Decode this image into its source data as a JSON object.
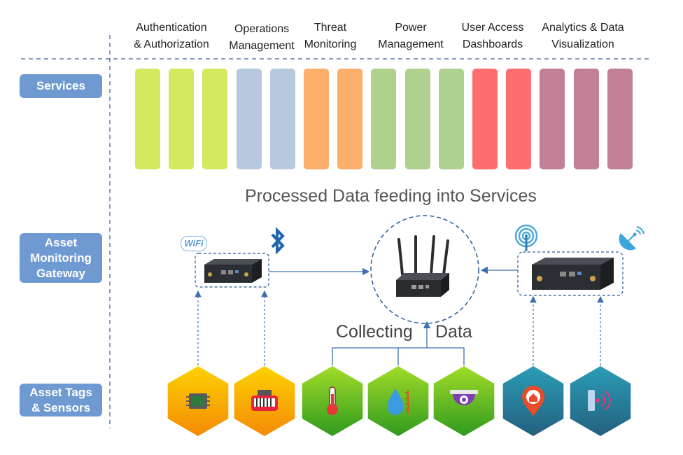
{
  "layers": {
    "services": "Services",
    "gateway": "Asset\nMonitoring\nGateway",
    "tags": "Asset Tags\n& Sensors"
  },
  "service_groups": [
    {
      "label": "Authentication\n& Authorization",
      "color": "#d5e860",
      "bars": 3
    },
    {
      "label": "Operations\nManagement",
      "color": "#b7c9df",
      "bars": 2
    },
    {
      "label": "Threat\nMonitoring",
      "color": "#fcae6b",
      "bars": 2
    },
    {
      "label": "Power\nManagement",
      "color": "#aed18f",
      "bars": 3
    },
    {
      "label": "User Access\nDashboards",
      "color": "#fd6e6e",
      "bars": 2
    },
    {
      "label": "Analytics & Data\nVisualization",
      "color": "#c18096",
      "bars": 3
    }
  ],
  "processed_title": "Processed Data feeding into Services",
  "collecting": "Collecting",
  "data_word": "Data",
  "gateway_icons": {
    "wifi_badge": "WiFi",
    "bluetooth": "bluetooth-icon",
    "beacon": "wireless-beacon-icon",
    "satellite": "satellite-dish-icon"
  },
  "sensors": [
    {
      "icon": "chip-icon",
      "colors": [
        "#fcd200",
        "#f58a07"
      ]
    },
    {
      "icon": "rfid-tag-icon",
      "colors": [
        "#fcd200",
        "#f58a07"
      ]
    },
    {
      "icon": "thermometer-icon",
      "colors": [
        "#a2dc28",
        "#2f9a1f"
      ]
    },
    {
      "icon": "water-level-icon",
      "colors": [
        "#a2dc28",
        "#2f9a1f"
      ]
    },
    {
      "icon": "camera-icon",
      "colors": [
        "#a2dc28",
        "#2f9a1f"
      ]
    },
    {
      "icon": "location-pin-icon",
      "colors": [
        "#2a9db6",
        "#24607f"
      ]
    },
    {
      "icon": "proximity-sensor-icon",
      "colors": [
        "#2a9db6",
        "#24607f"
      ]
    }
  ]
}
